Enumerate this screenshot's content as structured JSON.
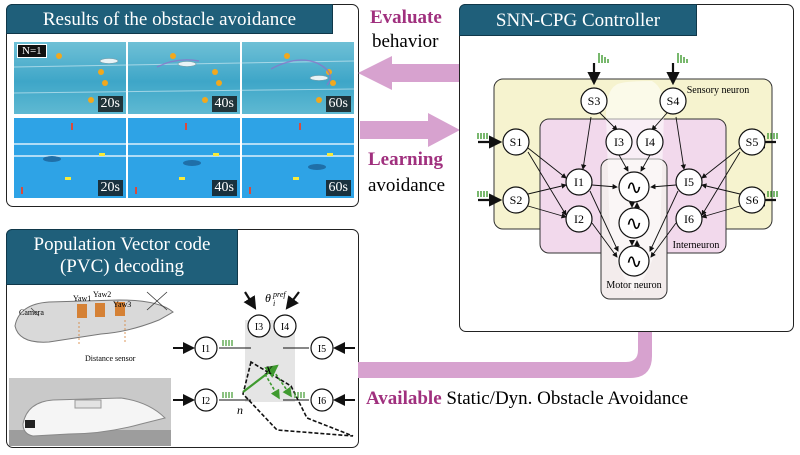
{
  "results_panel": {
    "title": "Results of the obstacle avoidance",
    "n_label": "N=1",
    "row1_times": [
      "20s",
      "40s",
      "60s"
    ],
    "row2_times": [
      "20s",
      "40s",
      "60s"
    ]
  },
  "arrows": {
    "evaluate_word": "Evaluate",
    "evaluate_rest": "behavior",
    "learning_word": "Learning",
    "learning_rest": "avoidance",
    "available_word": "Available",
    "available_rest": "Static/Dyn. Obstacle Avoidance"
  },
  "controller_panel": {
    "title": "SNN-CPG Controller",
    "sensory_label": "Sensory neuron",
    "inter_label": "Interneuron",
    "motor_label": "Motor neuron",
    "sensory_neurons": [
      "S1",
      "S2",
      "S3",
      "S4",
      "S5",
      "S6"
    ],
    "interneurons": [
      "I1",
      "I2",
      "I3",
      "I4",
      "I5",
      "I6"
    ],
    "oscillator_symbol": "∿"
  },
  "pvc_panel": {
    "title_line1": "Population Vector code",
    "title_line2": "(PVC) decoding",
    "robot_labels": {
      "camera": "Camera",
      "yaw1": "Yaw1",
      "yaw2": "Yaw2",
      "yaw3": "Yaw3",
      "distance_sensor": "Distance sensor"
    },
    "decoding_neurons": [
      "I3",
      "I4",
      "I1",
      "I2",
      "I5",
      "I6"
    ],
    "theta_label": "θ",
    "theta_sup": "pref",
    "theta_sub": "i",
    "x_label": "X",
    "n_label": "n"
  },
  "colors": {
    "tag_bg": "#1f5f7a",
    "accent_purple": "#a0307e",
    "arrow_fill": "#d7a2cf",
    "sensory_bg": "#f6f3cf",
    "inter_bg": "#f2d9ec",
    "motor_bg": "#f3ecec",
    "spike_green": "#3f9a2f"
  }
}
